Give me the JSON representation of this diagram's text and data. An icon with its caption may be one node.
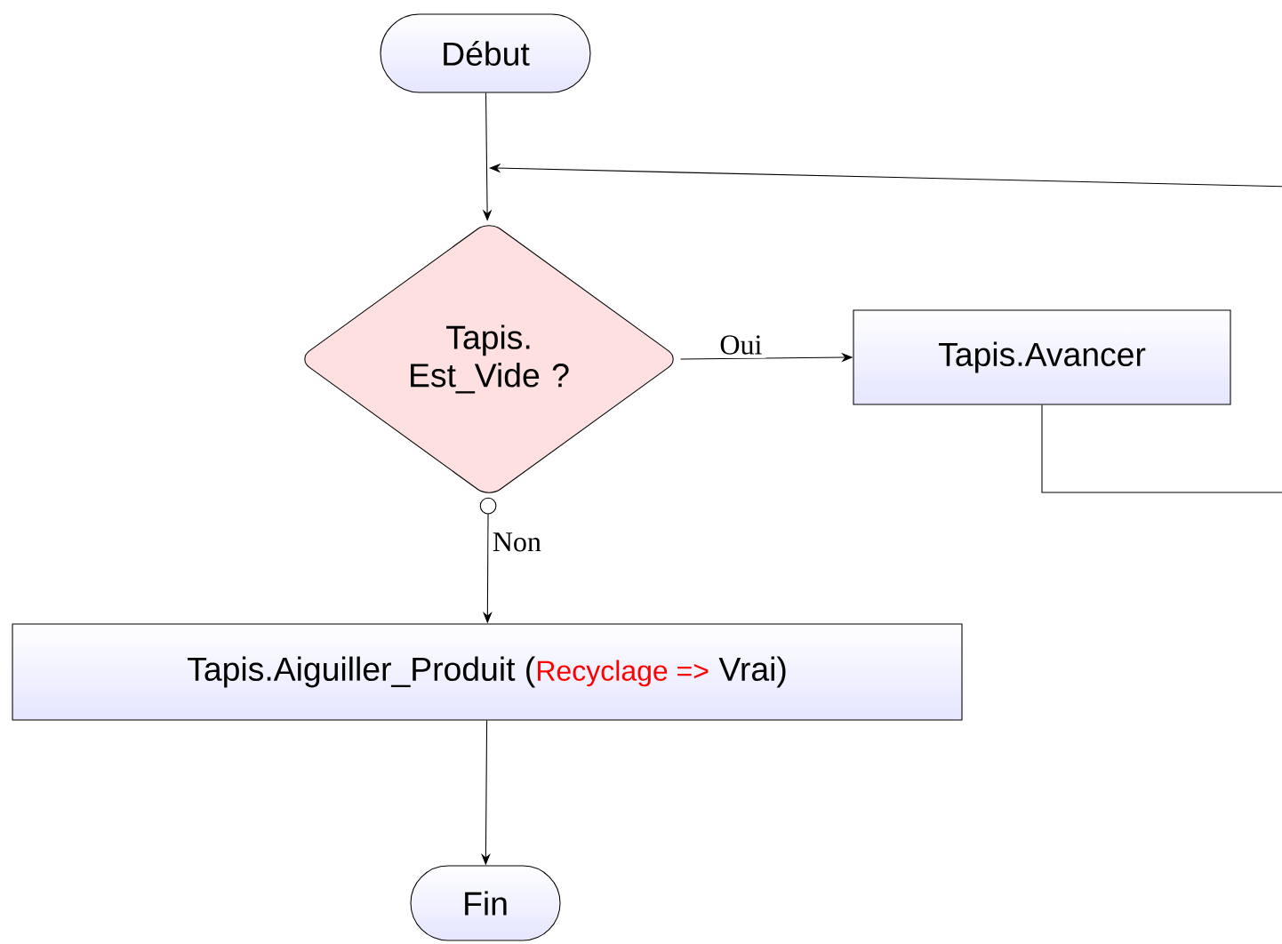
{
  "diagram": {
    "nodes": [
      {
        "text": [
          "Début"
        ]
      },
      {
        "text": [
          "Tapis. Est_Vide ?"
        ]
      },
      {
        "text": [
          "Tapis.Avancer"
        ]
      },
      {
        "text": [
          "Tapis.Aiguiller_Produit (",
          "Recyclage =>",
          "Vrai)"
        ]
      },
      {
        "text": [
          "Fin"
        ]
      }
    ],
    "edges": [
      {
        "from": 0,
        "to": 1,
        "arrow": "to"
      },
      {
        "from": 1,
        "to": 2,
        "arrow": "to",
        "label": "Oui"
      },
      {
        "from": 2,
        "to": 1,
        "arrow": "to"
      },
      {
        "from": 1,
        "to": 3,
        "arrow": "to",
        "label": "Non"
      },
      {
        "from": 3,
        "to": 4,
        "arrow": "to"
      }
    ]
  }
}
